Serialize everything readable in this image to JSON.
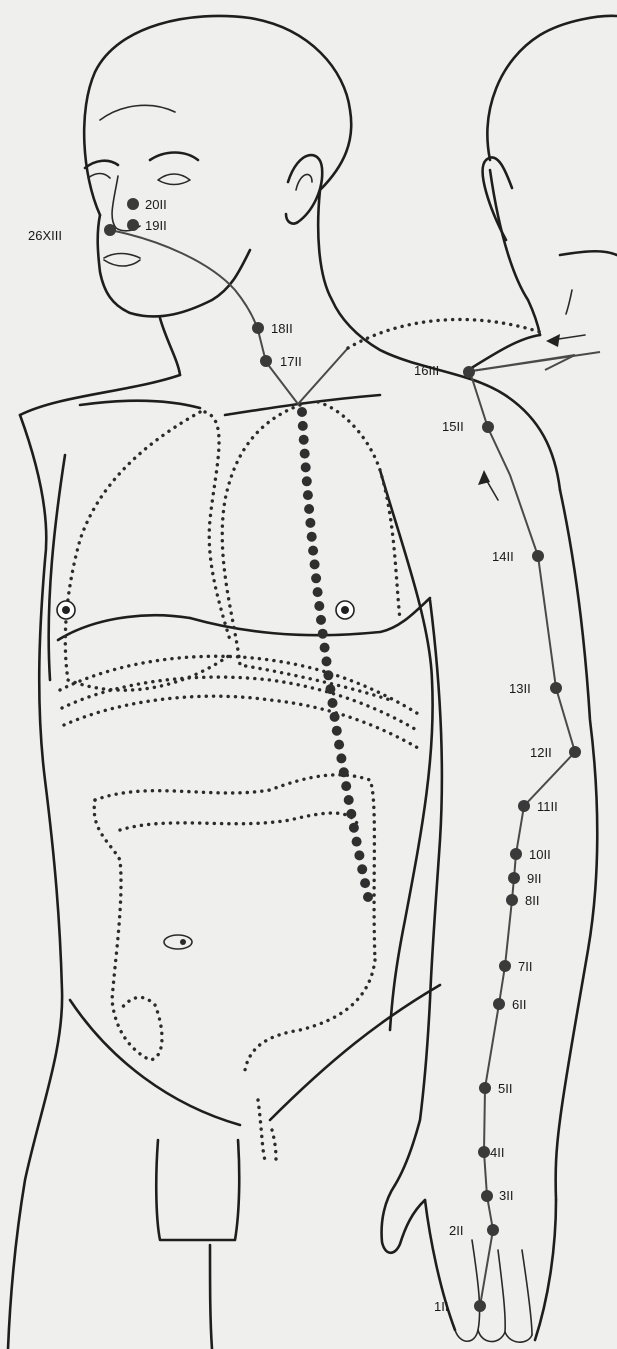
{
  "points": [
    {
      "id": "20II",
      "label": "20II"
    },
    {
      "id": "19II",
      "label": "19II"
    },
    {
      "id": "26XIII",
      "label": "26XIII"
    },
    {
      "id": "18II",
      "label": "18II"
    },
    {
      "id": "17II",
      "label": "17II"
    },
    {
      "id": "16III",
      "label": "16III"
    },
    {
      "id": "15II",
      "label": "15II"
    },
    {
      "id": "14II",
      "label": "14II"
    },
    {
      "id": "13II",
      "label": "13II"
    },
    {
      "id": "12II",
      "label": "12II"
    },
    {
      "id": "11II",
      "label": "11II"
    },
    {
      "id": "10II",
      "label": "10II"
    },
    {
      "id": "9II",
      "label": "9II"
    },
    {
      "id": "8II",
      "label": "8II"
    },
    {
      "id": "7II",
      "label": "7II"
    },
    {
      "id": "6II",
      "label": "6II"
    },
    {
      "id": "5II",
      "label": "5II"
    },
    {
      "id": "4II",
      "label": "4II"
    },
    {
      "id": "3II",
      "label": "3II"
    },
    {
      "id": "2II",
      "label": "2II"
    },
    {
      "id": "1II",
      "label": "1II"
    }
  ],
  "colors": {
    "ink": "#1e1e1e",
    "point": "#3a3a3a",
    "paper": "#efefed"
  }
}
